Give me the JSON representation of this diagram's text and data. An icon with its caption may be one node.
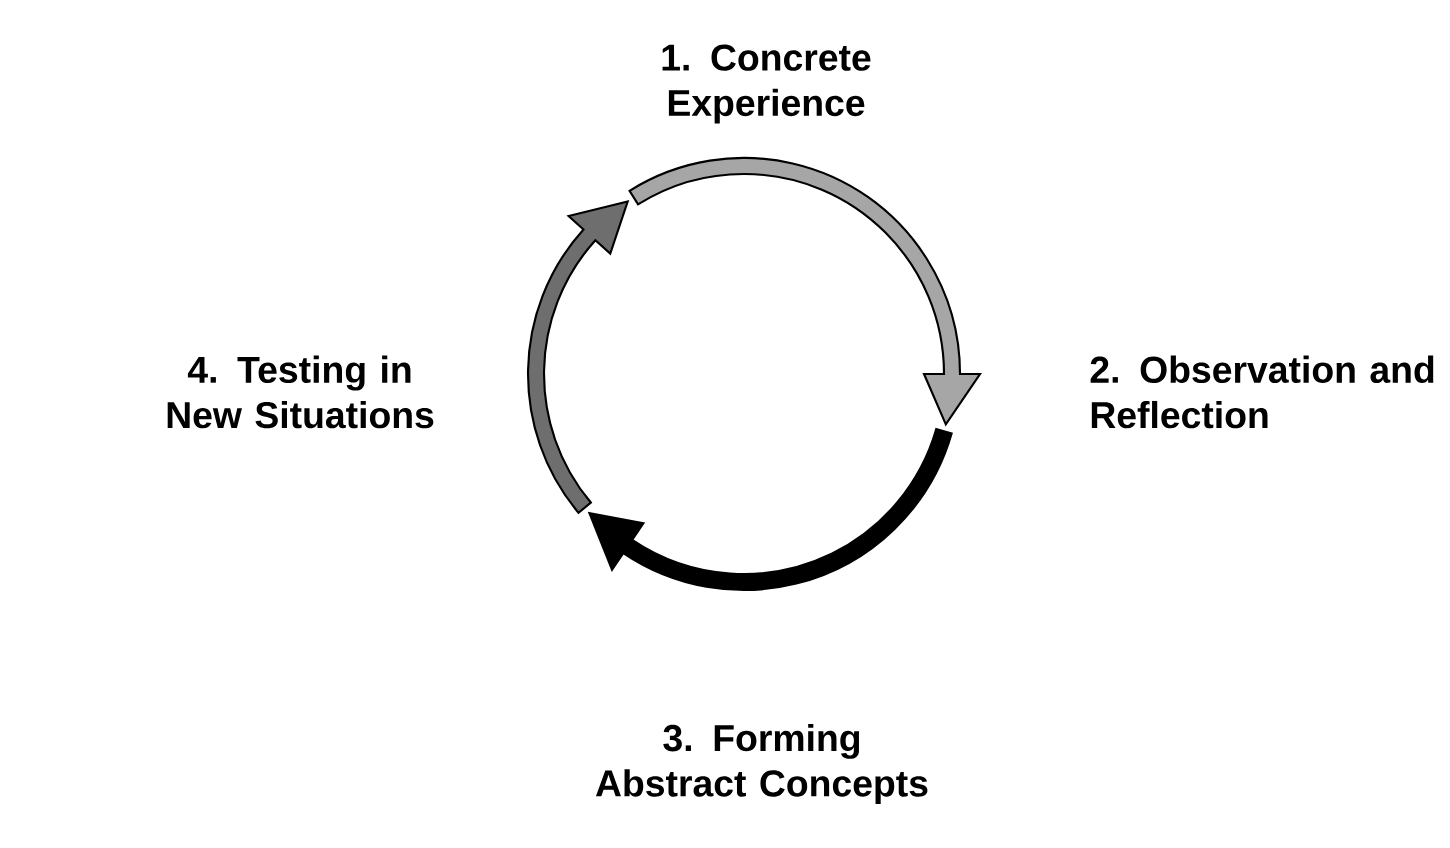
{
  "diagram": {
    "nodes": [
      {
        "text": [
          "1. Concrete Experience"
        ]
      },
      {
        "text": [
          "2. Observation and Reflection"
        ]
      },
      {
        "text": [
          "3. Forming Abstract Concepts"
        ]
      },
      {
        "text": [
          "4. Testing in New Situations"
        ]
      }
    ],
    "edges": [
      {
        "from": 0,
        "to": 1,
        "arrow": "to",
        "style": "thick",
        "color": "#a6a6a6"
      },
      {
        "from": 1,
        "to": 2,
        "arrow": "to",
        "style": "thick",
        "color": "#000000"
      },
      {
        "from": 3,
        "to": 0,
        "arrow": "to",
        "style": "thick",
        "color": "#6e6e6e"
      }
    ]
  }
}
